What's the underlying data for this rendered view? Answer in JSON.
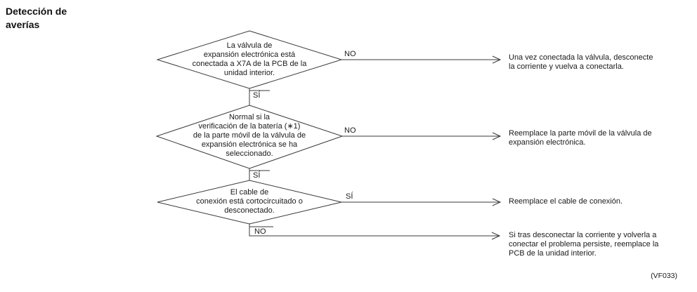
{
  "page": {
    "title": "Detección de\naverías",
    "code": "(VF033)",
    "line_color": "#3a3a3a",
    "text_color": "#1a1a1a",
    "background_color": "#ffffff"
  },
  "flow": {
    "steps": [
      {
        "question": "La válvula de\nexpansión electrónica está\nconectada a X7A de la PCB de la\nunidad interior.",
        "branch_label": "NO",
        "down_label": "SÍ",
        "result": "Una vez conectada la válvula, desconecte\nla corriente y vuelva a conectarla."
      },
      {
        "question": "Normal si la\nverificación de la batería (∗1)\nde la parte móvil de la válvula de\nexpansión electrónica se ha\nseleccionado.",
        "branch_label": "NO",
        "down_label": "SÍ",
        "result": "Reemplace la parte móvil de la válvula de\nexpansión electrónica."
      },
      {
        "question": "El cable de\nconexión está cortocircuitado o\ndesconectado.",
        "branch_label": "SÍ",
        "down_label": "NO",
        "result": "Reemplace el cable de conexión.",
        "down_result": "Si tras desconectar la corriente y volverla a\nconectar el problema persiste, reemplace la\nPCB de la unidad interior."
      }
    ]
  }
}
